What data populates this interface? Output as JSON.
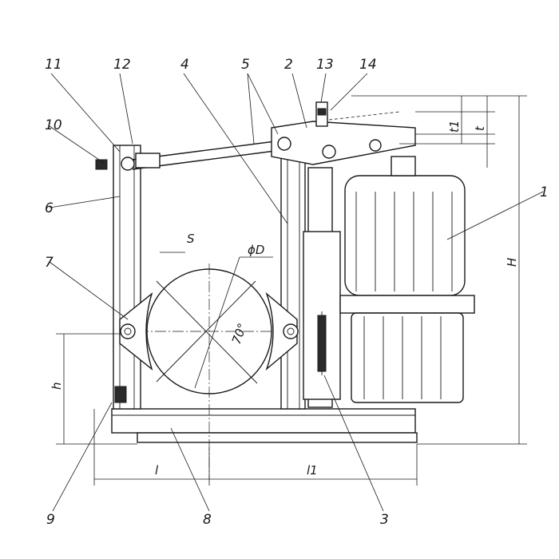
{
  "callouts": [
    "1",
    "2",
    "3",
    "4",
    "5",
    "6",
    "7",
    "8",
    "9",
    "10",
    "11",
    "12",
    "13",
    "14"
  ],
  "dimensions": {
    "S": "S",
    "D": "ϕD",
    "angle": "70°",
    "h": "h",
    "H": "H",
    "l": "l",
    "l1": "l1",
    "t": "t",
    "t1": "t1"
  }
}
